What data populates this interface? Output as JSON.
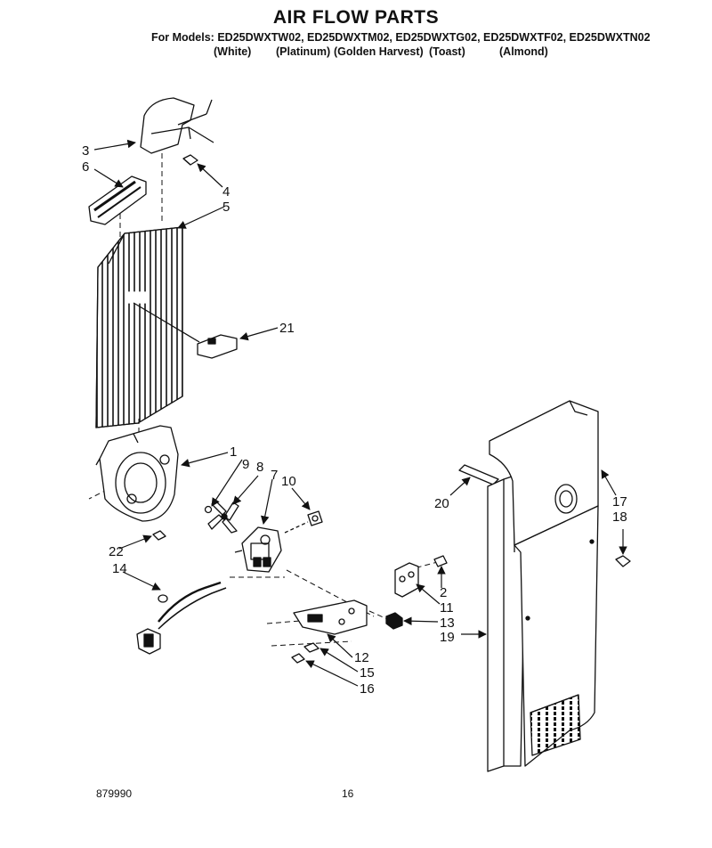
{
  "header": {
    "title": "AIR FLOW PARTS",
    "models_prefix": "For Models:",
    "models": "ED25DWXTW02, ED25DWXTM02, ED25DWXTG02, ED25DWXTF02, ED25DWXTN02",
    "finishes": [
      "(White)",
      "(Platinum)",
      "(Golden Harvest)",
      "(Toast)",
      "(Almond)"
    ]
  },
  "callouts": [
    "3",
    "6",
    "4",
    "5",
    "21",
    "1",
    "9",
    "8",
    "7",
    "10",
    "22",
    "14",
    "20",
    "17",
    "18",
    "2",
    "11",
    "13",
    "19",
    "12",
    "15",
    "16"
  ],
  "footer": {
    "doc_number": "879990",
    "page_number": "16"
  }
}
